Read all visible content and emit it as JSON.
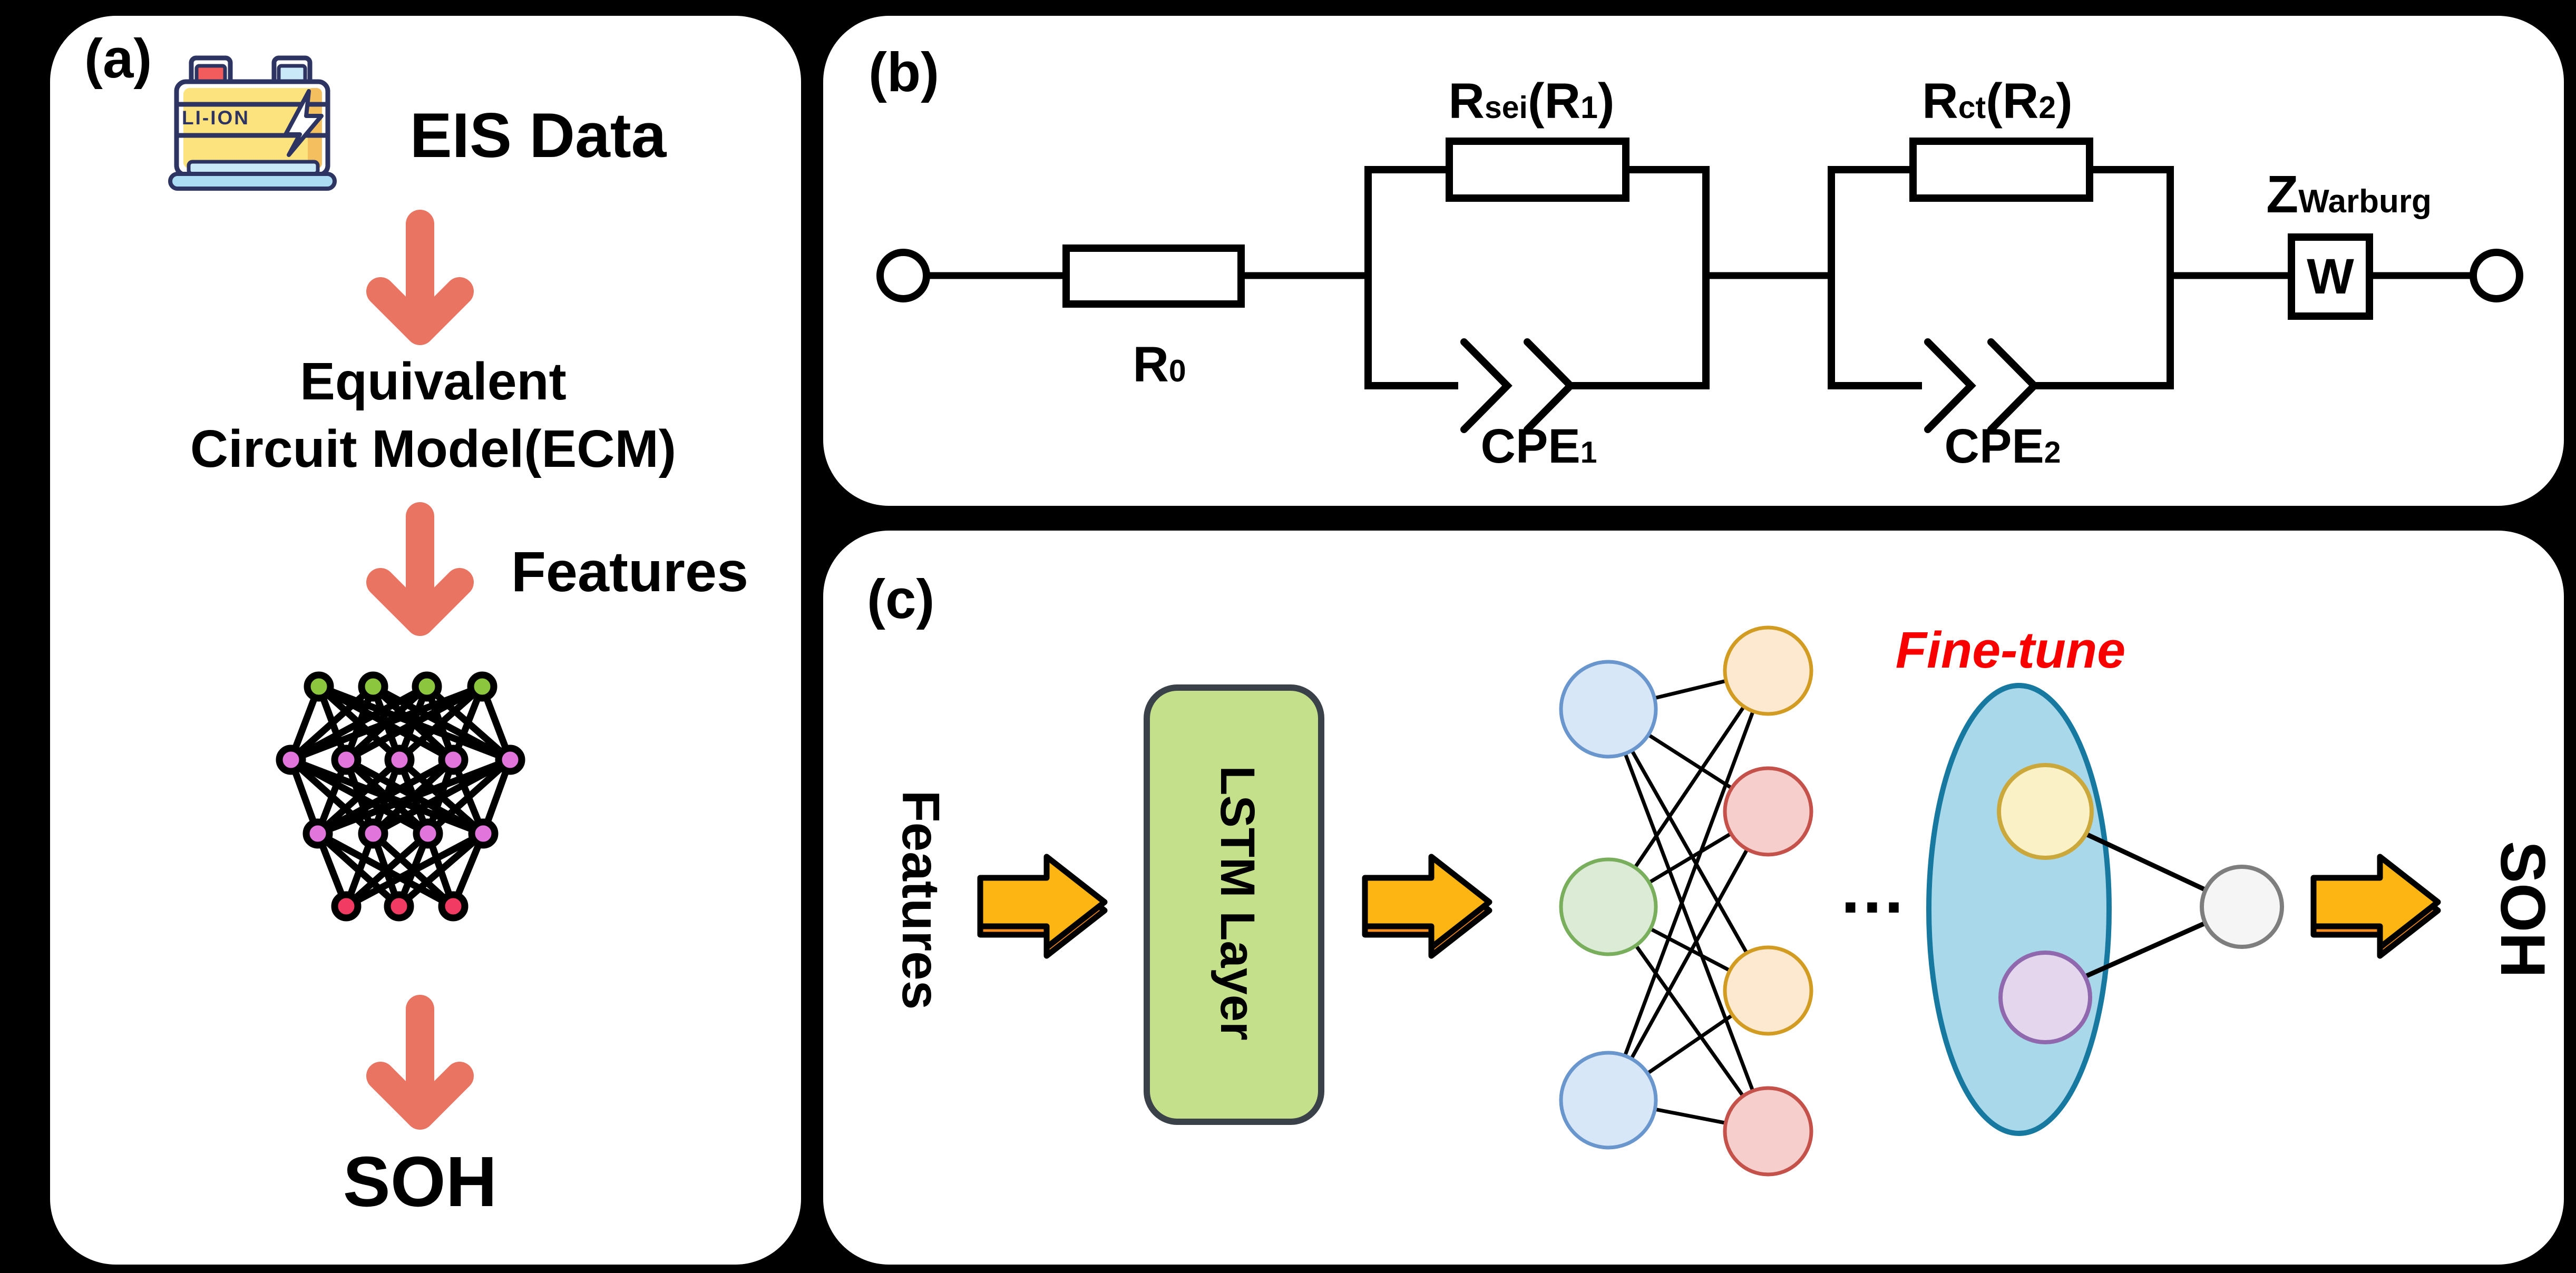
{
  "colors": {
    "background": "#000000",
    "panel": "#FFFFFF",
    "text": "#000000",
    "salmon_arrow": "#E87461",
    "orange_arrow": "#FCB513",
    "orange_arrow_shadow": "#F78D1E",
    "lstm_box_fill": "#C5E08B",
    "lstm_box_border": "#3A4148",
    "finetune_red": "#F80000",
    "nn_icon": {
      "input": "#8CC63E",
      "hidden": "#E175DC",
      "output": "#F23B63"
    },
    "layer_nodes": {
      "blue_fill": "#D8E7F8",
      "blue_stroke": "#6A96CE",
      "green_fill": "#DCEBD5",
      "green_stroke": "#78AE5C",
      "yellow_fill": "#FCE9CF",
      "yellow_stroke": "#D29B22",
      "red_fill": "#F6CECB",
      "red_stroke": "#C4524A",
      "pale_yellow_fill": "#FBF1C7",
      "pale_yellow_stroke": "#CBA83B",
      "purple_fill": "#E4D6EC",
      "purple_stroke": "#8F68AE",
      "gray_fill": "#F5F5F5",
      "gray_stroke": "#7E7E7E"
    },
    "ellipse_fill": "#A9D8EB",
    "ellipse_stroke": "#1879A0",
    "battery": {
      "outline": "#2D3461",
      "body_yellow": "#FCE37D",
      "shade_yellow": "#F4C05F",
      "terminal_red": "#F25C5C",
      "light_blue": "#ABDCF3",
      "pale_blue": "#C9E9F8"
    }
  },
  "panel_a": {
    "label": "(a)",
    "battery_text": "LI-ION",
    "eis_title": "EIS Data",
    "ecm_line1": "Equivalent",
    "ecm_line2": "Circuit Model(ECM)",
    "features_label": "Features",
    "output_label": "SOH"
  },
  "panel_b": {
    "label": "(b)",
    "r0": [
      [
        "R",
        0
      ],
      [
        "0",
        1
      ]
    ],
    "rsei": [
      [
        "R",
        0
      ],
      [
        "sei",
        1
      ],
      [
        "(R",
        0
      ],
      [
        "1",
        1
      ],
      [
        ")",
        0
      ]
    ],
    "rct": [
      [
        "R",
        0
      ],
      [
        "ct",
        1
      ],
      [
        "(R",
        0
      ],
      [
        "2",
        1
      ],
      [
        ")",
        0
      ]
    ],
    "cpe1": [
      [
        "CPE",
        0
      ],
      [
        "1",
        1
      ]
    ],
    "cpe2": [
      [
        "CPE",
        0
      ],
      [
        "2",
        1
      ]
    ],
    "zwarburg": [
      [
        "Z",
        0
      ],
      [
        "Warburg",
        1
      ]
    ],
    "w_box": "W"
  },
  "panel_c": {
    "label": "(c)",
    "input_label": "Features",
    "lstm_label": "LSTM Layer",
    "dots": "...",
    "finetune_label": "Fine-tune",
    "output_label": "SOH"
  }
}
